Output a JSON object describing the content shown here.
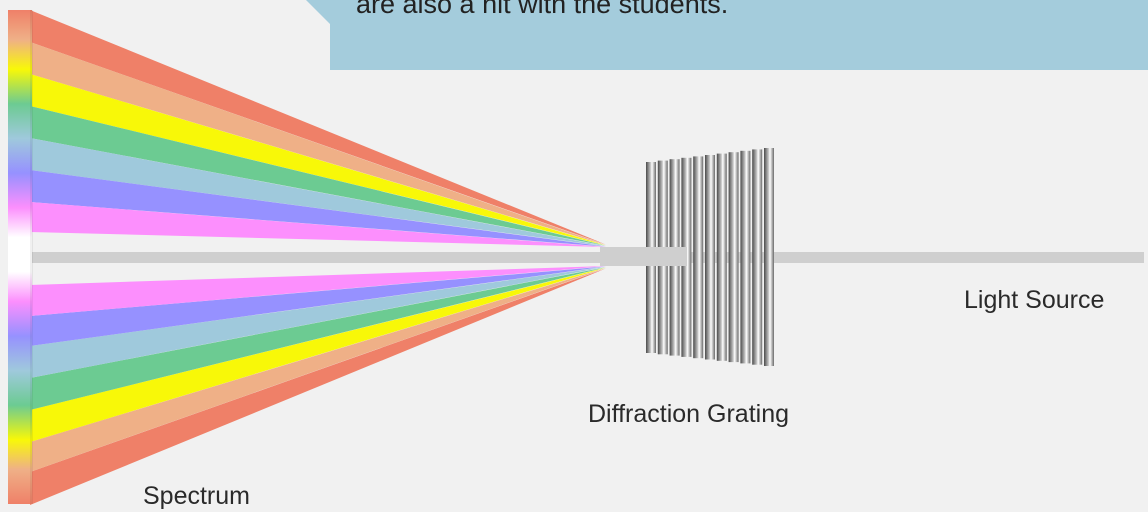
{
  "callout": {
    "text": "are also a hit with the students."
  },
  "labels": {
    "light_source": "Light Source",
    "diffraction_grating": "Diffraction Grating",
    "spectrum": "Spectrum"
  },
  "spectrum_colors": [
    "#ef8068",
    "#efb087",
    "#f8f808",
    "#6ccb92",
    "#9fc9dc",
    "#9691ff",
    "#fc8ffd"
  ],
  "colors": {
    "background": "#f1f1f1",
    "callout_fill": "#a4ccdc",
    "light_beam": "#cfcfcf"
  }
}
